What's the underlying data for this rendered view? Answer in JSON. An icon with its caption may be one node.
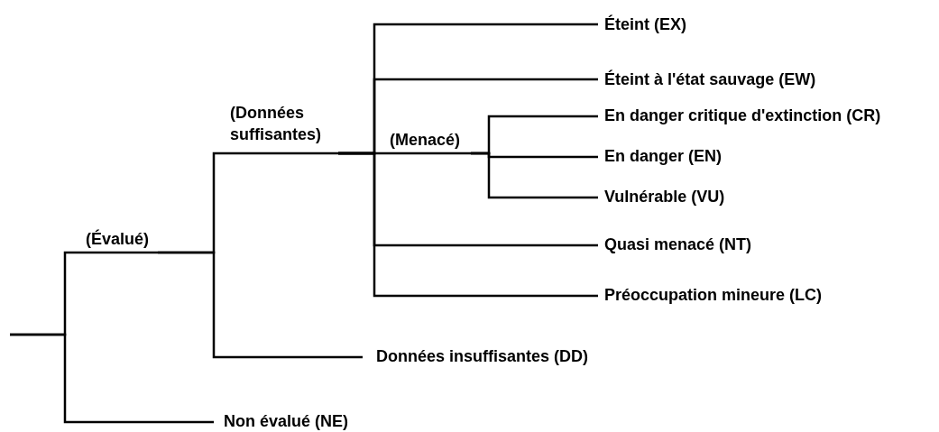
{
  "diagram": {
    "nodes": [
      {
        "text": [
          "(Évalué)"
        ]
      },
      {
        "text": [
          "(Données suffisantes)"
        ]
      },
      {
        "text": [
          "(Menacé)"
        ]
      },
      {
        "text": [
          "Éteint (EX)"
        ]
      },
      {
        "text": [
          "Éteint à l'état sauvage (EW)"
        ]
      },
      {
        "text": [
          "En danger critique d'extinction (CR)"
        ]
      },
      {
        "text": [
          "En danger (EN)"
        ]
      },
      {
        "text": [
          "Vulnérable (VU)"
        ]
      },
      {
        "text": [
          "Quasi menacé (NT)"
        ]
      },
      {
        "text": [
          "Préoccupation mineure (LC)"
        ]
      },
      {
        "text": [
          "Données insuffisantes (DD)"
        ]
      },
      {
        "text": [
          "Non évalué (NE)"
        ]
      }
    ],
    "edges": [
      {
        "from": null,
        "to": 0,
        "arrow": "none"
      },
      {
        "from": null,
        "to": 11,
        "arrow": "none"
      },
      {
        "from": 0,
        "to": 1,
        "arrow": "none"
      },
      {
        "from": 0,
        "to": 10,
        "arrow": "none"
      },
      {
        "from": 1,
        "to": 3,
        "arrow": "none"
      },
      {
        "from": 1,
        "to": 4,
        "arrow": "none"
      },
      {
        "from": 1,
        "to": 2,
        "arrow": "none"
      },
      {
        "from": 1,
        "to": 8,
        "arrow": "none"
      },
      {
        "from": 1,
        "to": 9,
        "arrow": "none"
      },
      {
        "from": 2,
        "to": 5,
        "arrow": "none"
      },
      {
        "from": 2,
        "to": 6,
        "arrow": "none"
      },
      {
        "from": 2,
        "to": 7,
        "arrow": "none"
      }
    ]
  }
}
